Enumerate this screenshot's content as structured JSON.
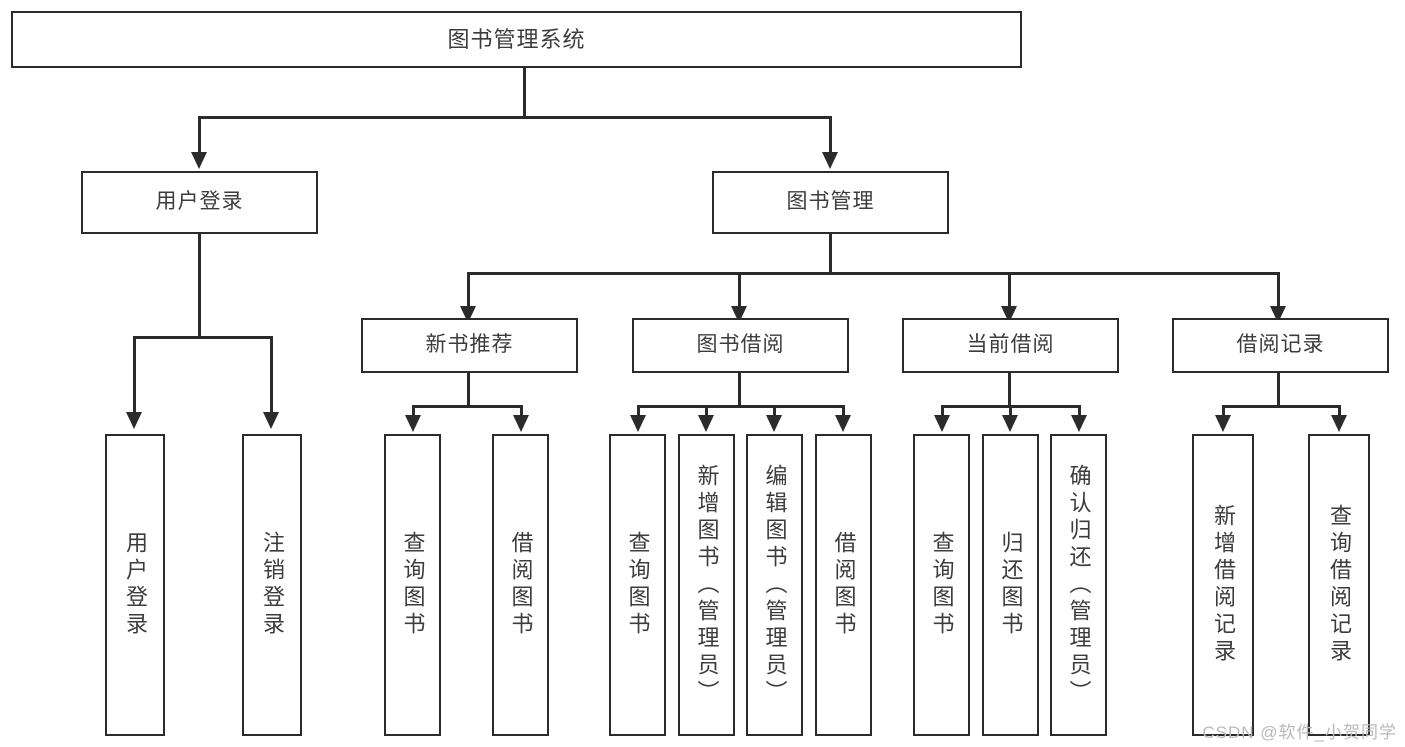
{
  "diagram": {
    "type": "tree",
    "title": "图书管理系统",
    "orientation": "top-down",
    "levels": 3,
    "colors": {
      "box_border": "#2b2b2b",
      "box_fill": "#ffffff",
      "connector": "#2b2b2b",
      "text": "#3c3c3c",
      "background": "#ffffff",
      "watermark": "#b9b9b9"
    }
  },
  "root": {
    "label": "图书管理系统"
  },
  "level2": [
    {
      "label": "用户登录"
    },
    {
      "label": "图书管理"
    }
  ],
  "level3": [
    {
      "label": "新书推荐"
    },
    {
      "label": "图书借阅"
    },
    {
      "label": "当前借阅"
    },
    {
      "label": "借阅记录"
    }
  ],
  "leaves": {
    "user_login": [
      {
        "label": "用户登录"
      },
      {
        "label": "注销登录"
      }
    ],
    "new_book_recommend": [
      {
        "label": "查询图书"
      },
      {
        "label": "借阅图书"
      }
    ],
    "book_borrow": [
      {
        "label": "查询图书"
      },
      {
        "label": "新增图书（管理员）"
      },
      {
        "label": "编辑图书（管理员）"
      },
      {
        "label": "借阅图书"
      }
    ],
    "current_borrow": [
      {
        "label": "查询图书"
      },
      {
        "label": "归还图书"
      },
      {
        "label": "确认归还（管理员）"
      }
    ],
    "borrow_record": [
      {
        "label": "新增借阅记录"
      },
      {
        "label": "查询借阅记录"
      }
    ]
  },
  "watermark": {
    "text": "CSDN @软件_小贺同学"
  }
}
